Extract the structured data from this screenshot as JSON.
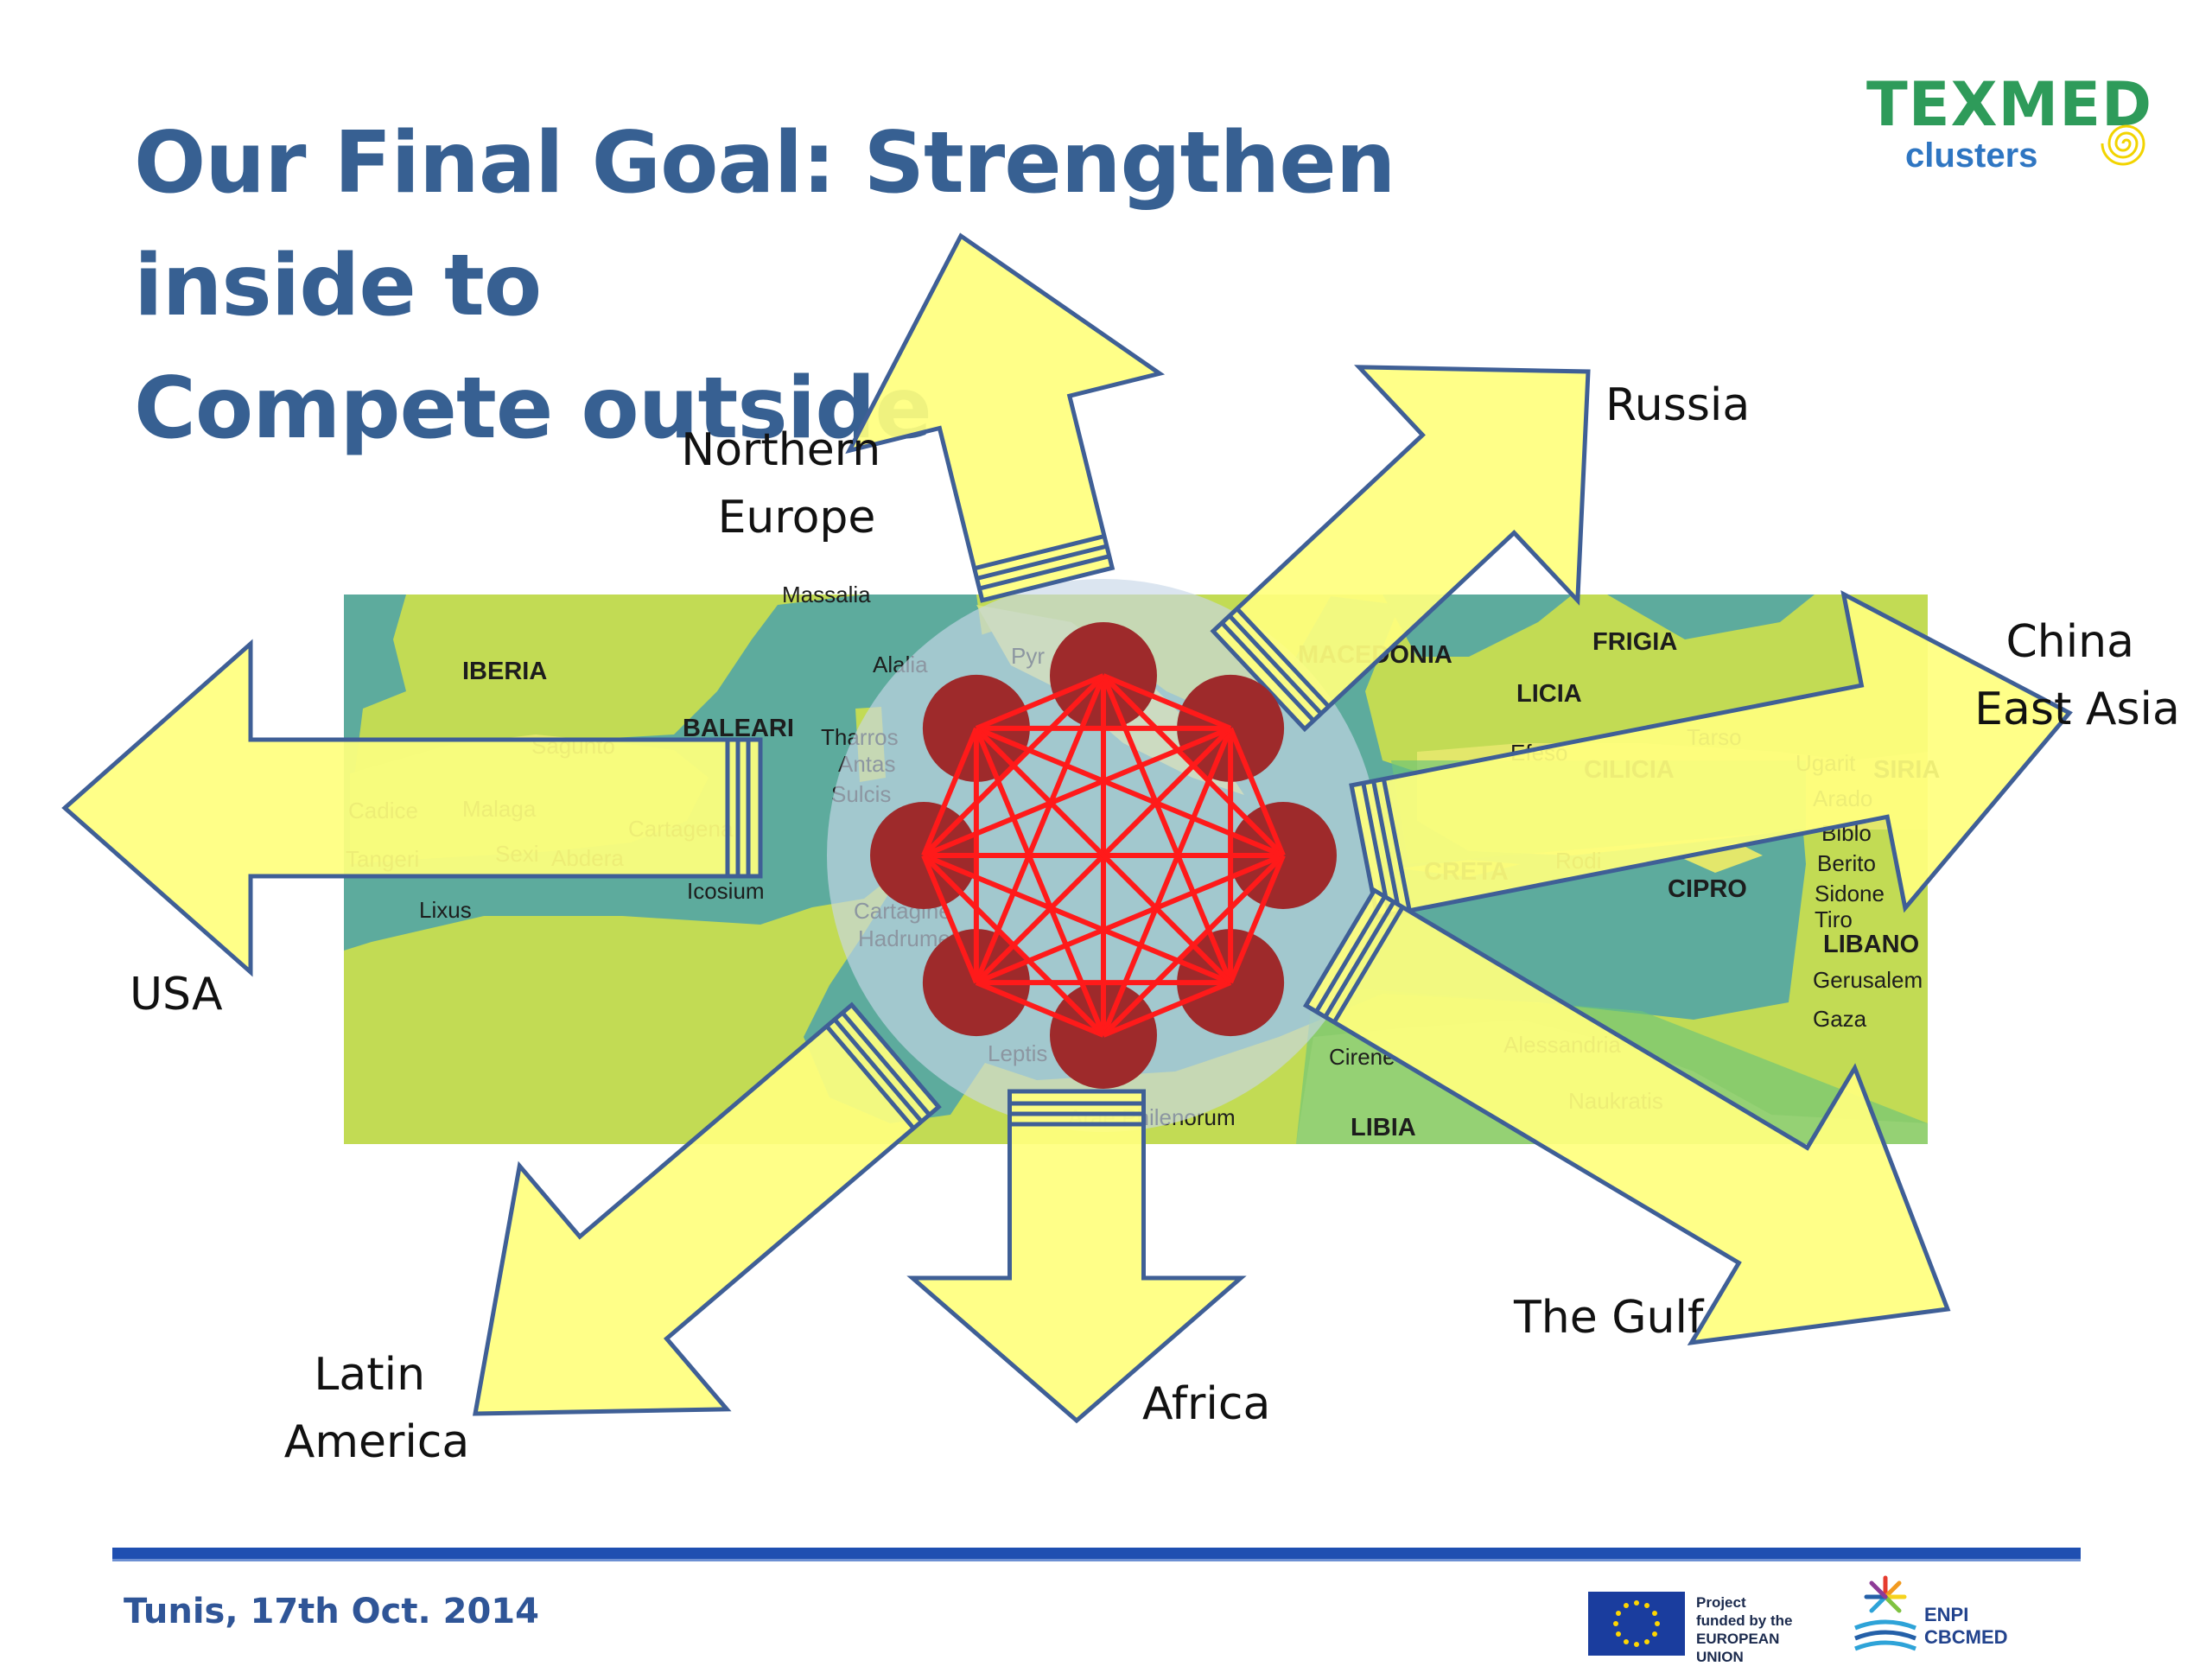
{
  "slide": {
    "title_line1": "Our Final Goal: Strengthen inside to",
    "title_line2": "Compete outside",
    "footer_date": "Tunis, 17th Oct. 2014"
  },
  "logos": {
    "texmed_brand": "TEXMED",
    "texmed_sub": "clusters",
    "eu_text": "Project\nfunded by the\nEUROPEAN UNION",
    "cbc_text": "ENPI\nCBCMED"
  },
  "regions": [
    {
      "id": "northern-europe",
      "lines": [
        "Northern",
        "Europe"
      ]
    },
    {
      "id": "russia",
      "lines": [
        "Russia"
      ]
    },
    {
      "id": "china-east-asia",
      "lines": [
        "China",
        "East Asia"
      ]
    },
    {
      "id": "usa",
      "lines": [
        "USA"
      ]
    },
    {
      "id": "latin-america",
      "lines": [
        "Latin",
        "America"
      ]
    },
    {
      "id": "africa",
      "lines": [
        "Africa"
      ]
    },
    {
      "id": "the-gulf",
      "lines": [
        "The Gulf"
      ]
    }
  ],
  "map_labels": {
    "bold": [
      "IBERIA",
      "BALEARI",
      "MACEDONIA",
      "FRIGIA",
      "LICIA",
      "CILICIA",
      "CRETA",
      "CIPRO",
      "LIBANO",
      "LIBIA",
      "SIRIA"
    ],
    "regular": [
      "Massalia",
      "Alalia",
      "Pyr",
      "Sagunto",
      "Tharros",
      "Antas",
      "Sulcis",
      "Cadice",
      "Malaga",
      "Cartagena",
      "Tangeri",
      "Sexi",
      "Abdera",
      "Lixus",
      "Icosium",
      "Cartagine",
      "Hadrumeto",
      "Leptis",
      "Arae Philenorum",
      "Efeso",
      "Tarso",
      "Ugarit",
      "Arado",
      "Biblo",
      "Berito",
      "Sidone",
      "Tiro",
      "Gerusalem",
      "Gaza",
      "Alessandria",
      "Naukratis",
      "Cirene",
      "Rodi"
    ]
  },
  "network": {
    "node_count": 8
  }
}
